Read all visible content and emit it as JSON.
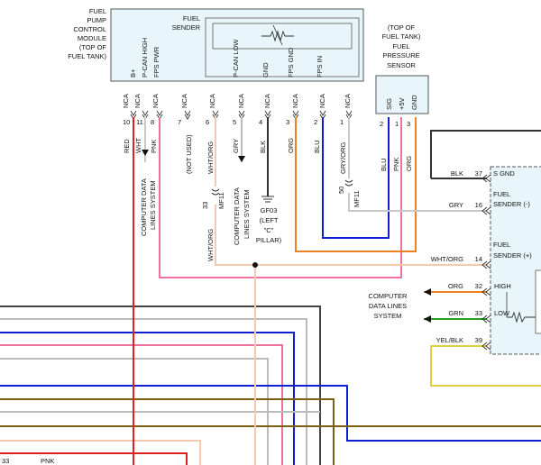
{
  "modules": {
    "fpcm_title": [
      "FUEL",
      "PUMP",
      "CONTROL",
      "MODULE",
      "(TOP OF",
      "FUEL TANK)"
    ],
    "fuel_sender_title": [
      "FUEL",
      "SENDER"
    ],
    "fpcm_pins": [
      {
        "name": "B+",
        "conn": "NCA",
        "num": "10",
        "color": "RED",
        "wire": "#e02020"
      },
      {
        "name": "P-CAN HIGH",
        "conn": "NCA",
        "num": "11",
        "color": "WHT",
        "wire": "#c8c8c8"
      },
      {
        "name": "FPS PWR",
        "conn": "NCA",
        "num": "8",
        "color": "PNK",
        "wire": "#f070a0"
      }
    ],
    "sender_pins": [
      {
        "name": "",
        "conn": "NCA",
        "num": "7",
        "color": "(NOT USED)"
      },
      {
        "name": "",
        "conn": "NCA",
        "num": "6",
        "color": "WHT/ORG"
      },
      {
        "name": "P-CAN LOW",
        "conn": "NCA",
        "num": "5",
        "color": "GRY"
      },
      {
        "name": "GND",
        "conn": "NCA",
        "num": "4",
        "color": "BLK"
      },
      {
        "name": "FPS GND",
        "conn": "NCA",
        "num": "3",
        "color": "ORG"
      },
      {
        "name": "FPS IN",
        "conn": "NCA",
        "num": "2",
        "color": "BLU"
      },
      {
        "name": "",
        "conn": "NCA",
        "num": "1",
        "color": "GRY/ORG"
      }
    ],
    "pressure_sensor_title": [
      "(TOP OF",
      "FUEL TANK)",
      "FUEL",
      "PRESSURE",
      "SENSOR"
    ],
    "pressure_pins": [
      {
        "name": "SIG",
        "num": "2",
        "color": "BLU"
      },
      {
        "name": "+5V",
        "num": "1",
        "color": "PNK"
      },
      {
        "name": "GND",
        "num": "3",
        "color": "ORG"
      }
    ]
  },
  "labels": {
    "cdl_a": "COMPUTER DATA",
    "cdl_b": "LINES SYSTEM",
    "cdl_right": [
      "COMPUTER",
      "DATA LINES",
      "SYSTEM"
    ],
    "mf11": "MF11",
    "pin33": "33",
    "pin50": "50",
    "ground": [
      "GF03",
      "(LEFT",
      "\"C\"",
      "PILLAR)"
    ],
    "bottom_pin": "33",
    "bottom_color": "PNK"
  },
  "cluster_rows": [
    {
      "color": "BLK",
      "num": "37",
      "label": "S GND"
    },
    {
      "color": "GRY",
      "num": "16",
      "label": "FUEL\nSENDER (-)"
    },
    {
      "color": "WHT/ORG",
      "num": "14",
      "label": "FUEL\nSENDER (+)"
    },
    {
      "color": "ORG",
      "num": "32",
      "label": "HIGH"
    },
    {
      "color": "GRN",
      "num": "33",
      "label": "LOW"
    },
    {
      "color": "YEL/BLK",
      "num": "39",
      "label": ""
    }
  ]
}
